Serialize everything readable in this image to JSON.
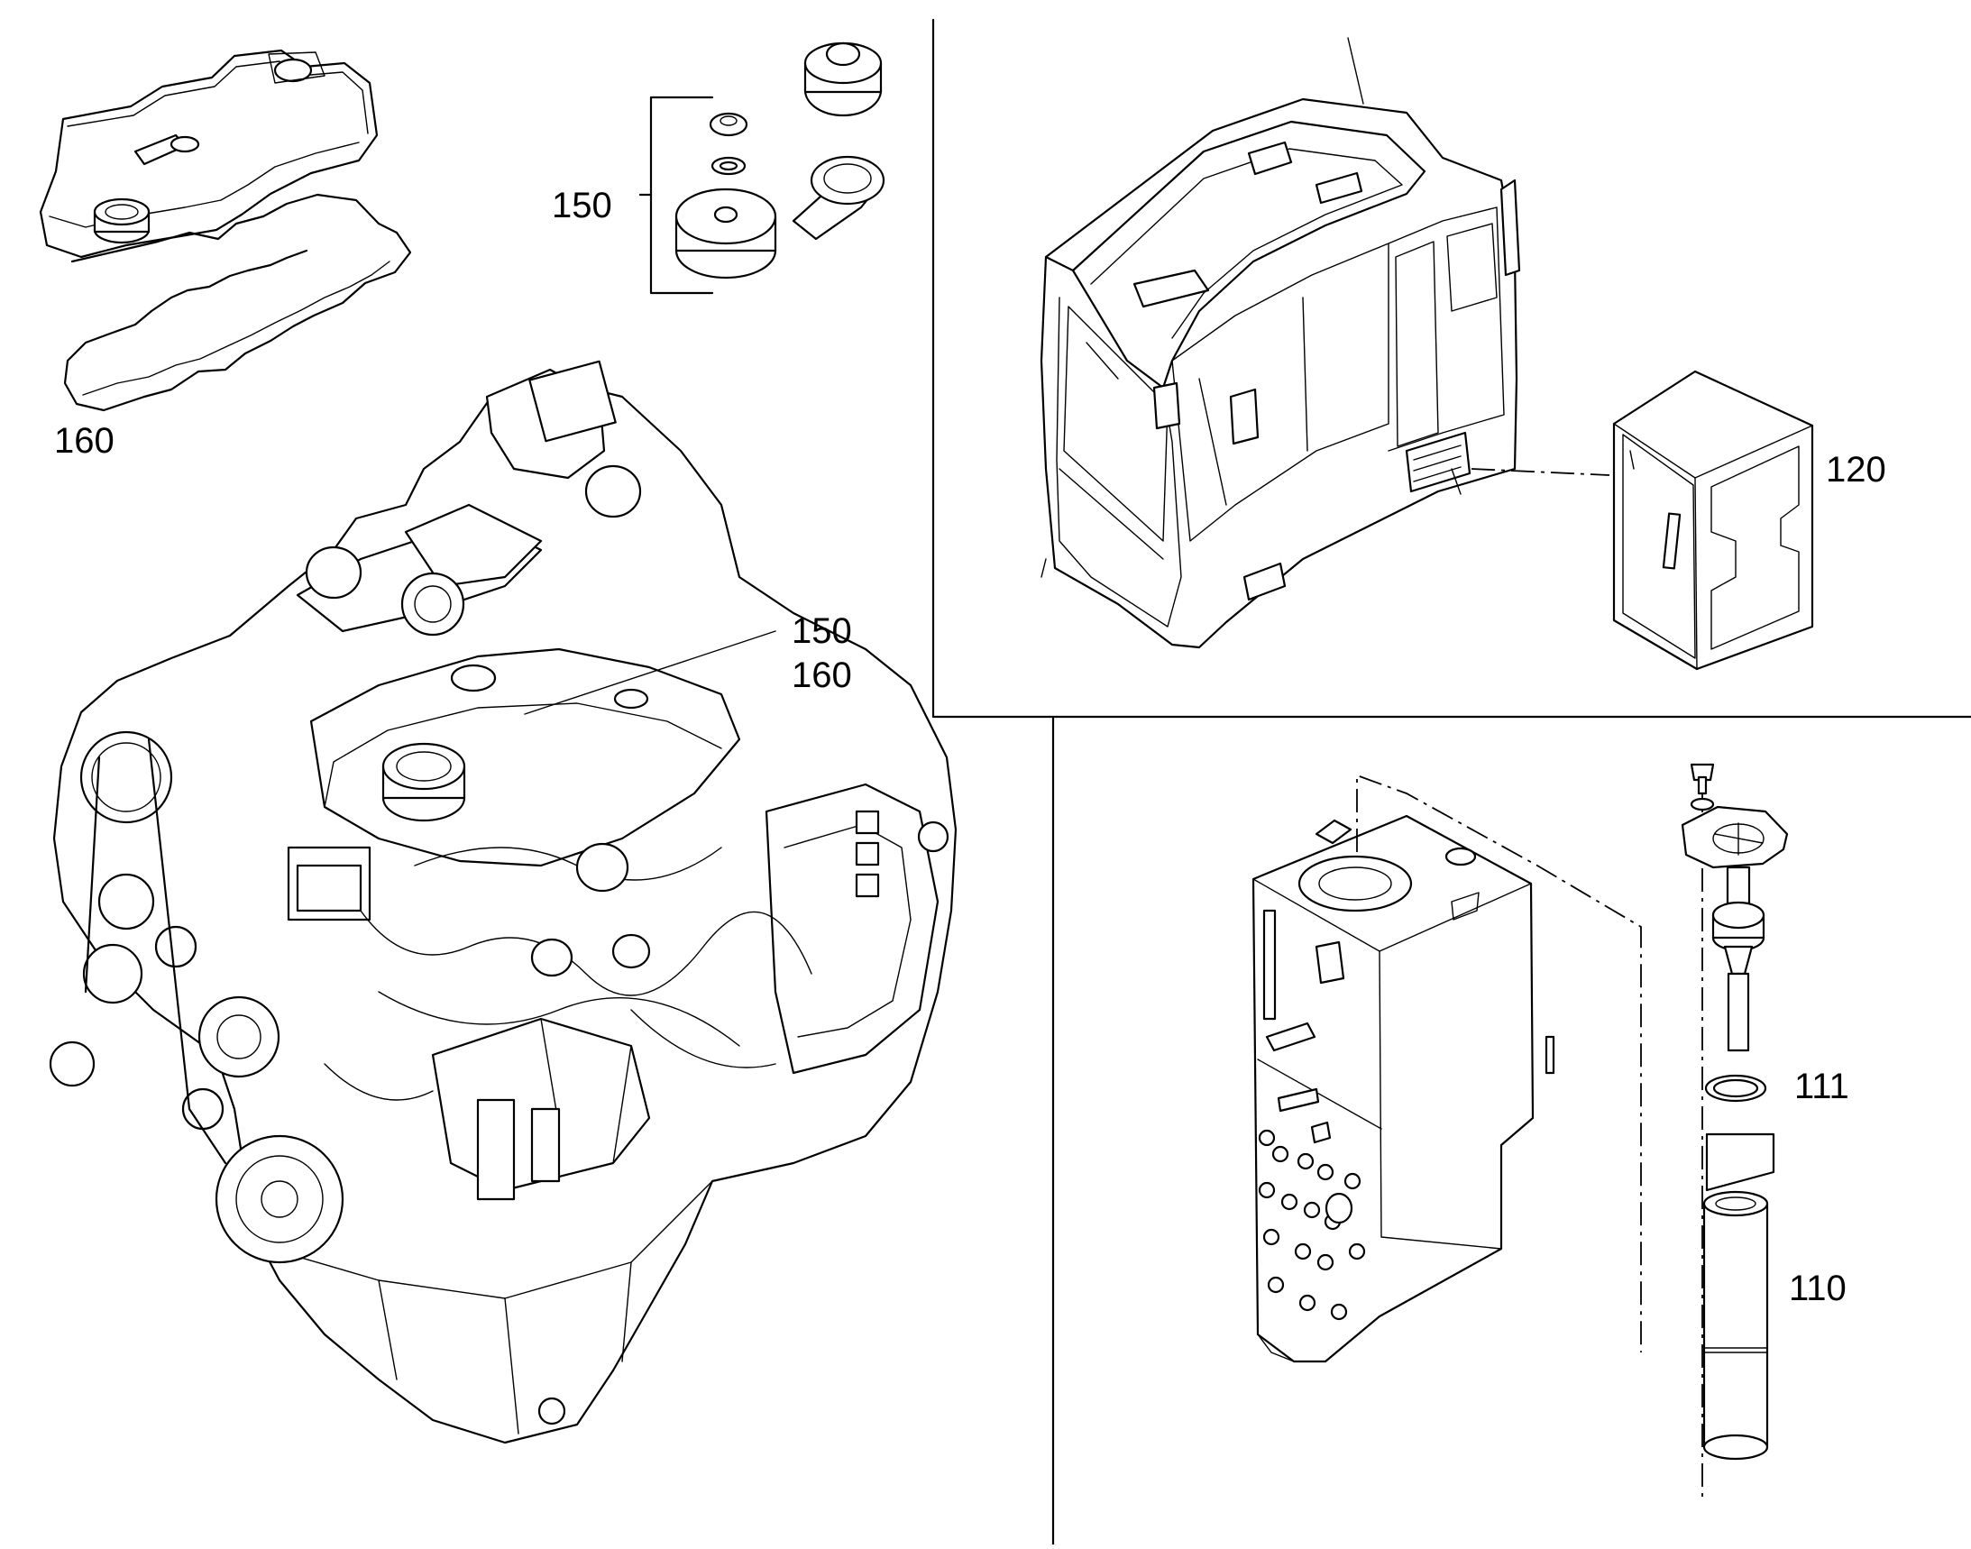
{
  "callouts": {
    "head_cover_label": "160",
    "filler_cap_label": "150",
    "engine_label_top": "150",
    "engine_label_bottom": "160",
    "cab_box_label": "120",
    "seal_ring_label": "111",
    "filter_element_label": "110"
  },
  "colors": {
    "ink": "#000000",
    "paper": "#ffffff"
  }
}
